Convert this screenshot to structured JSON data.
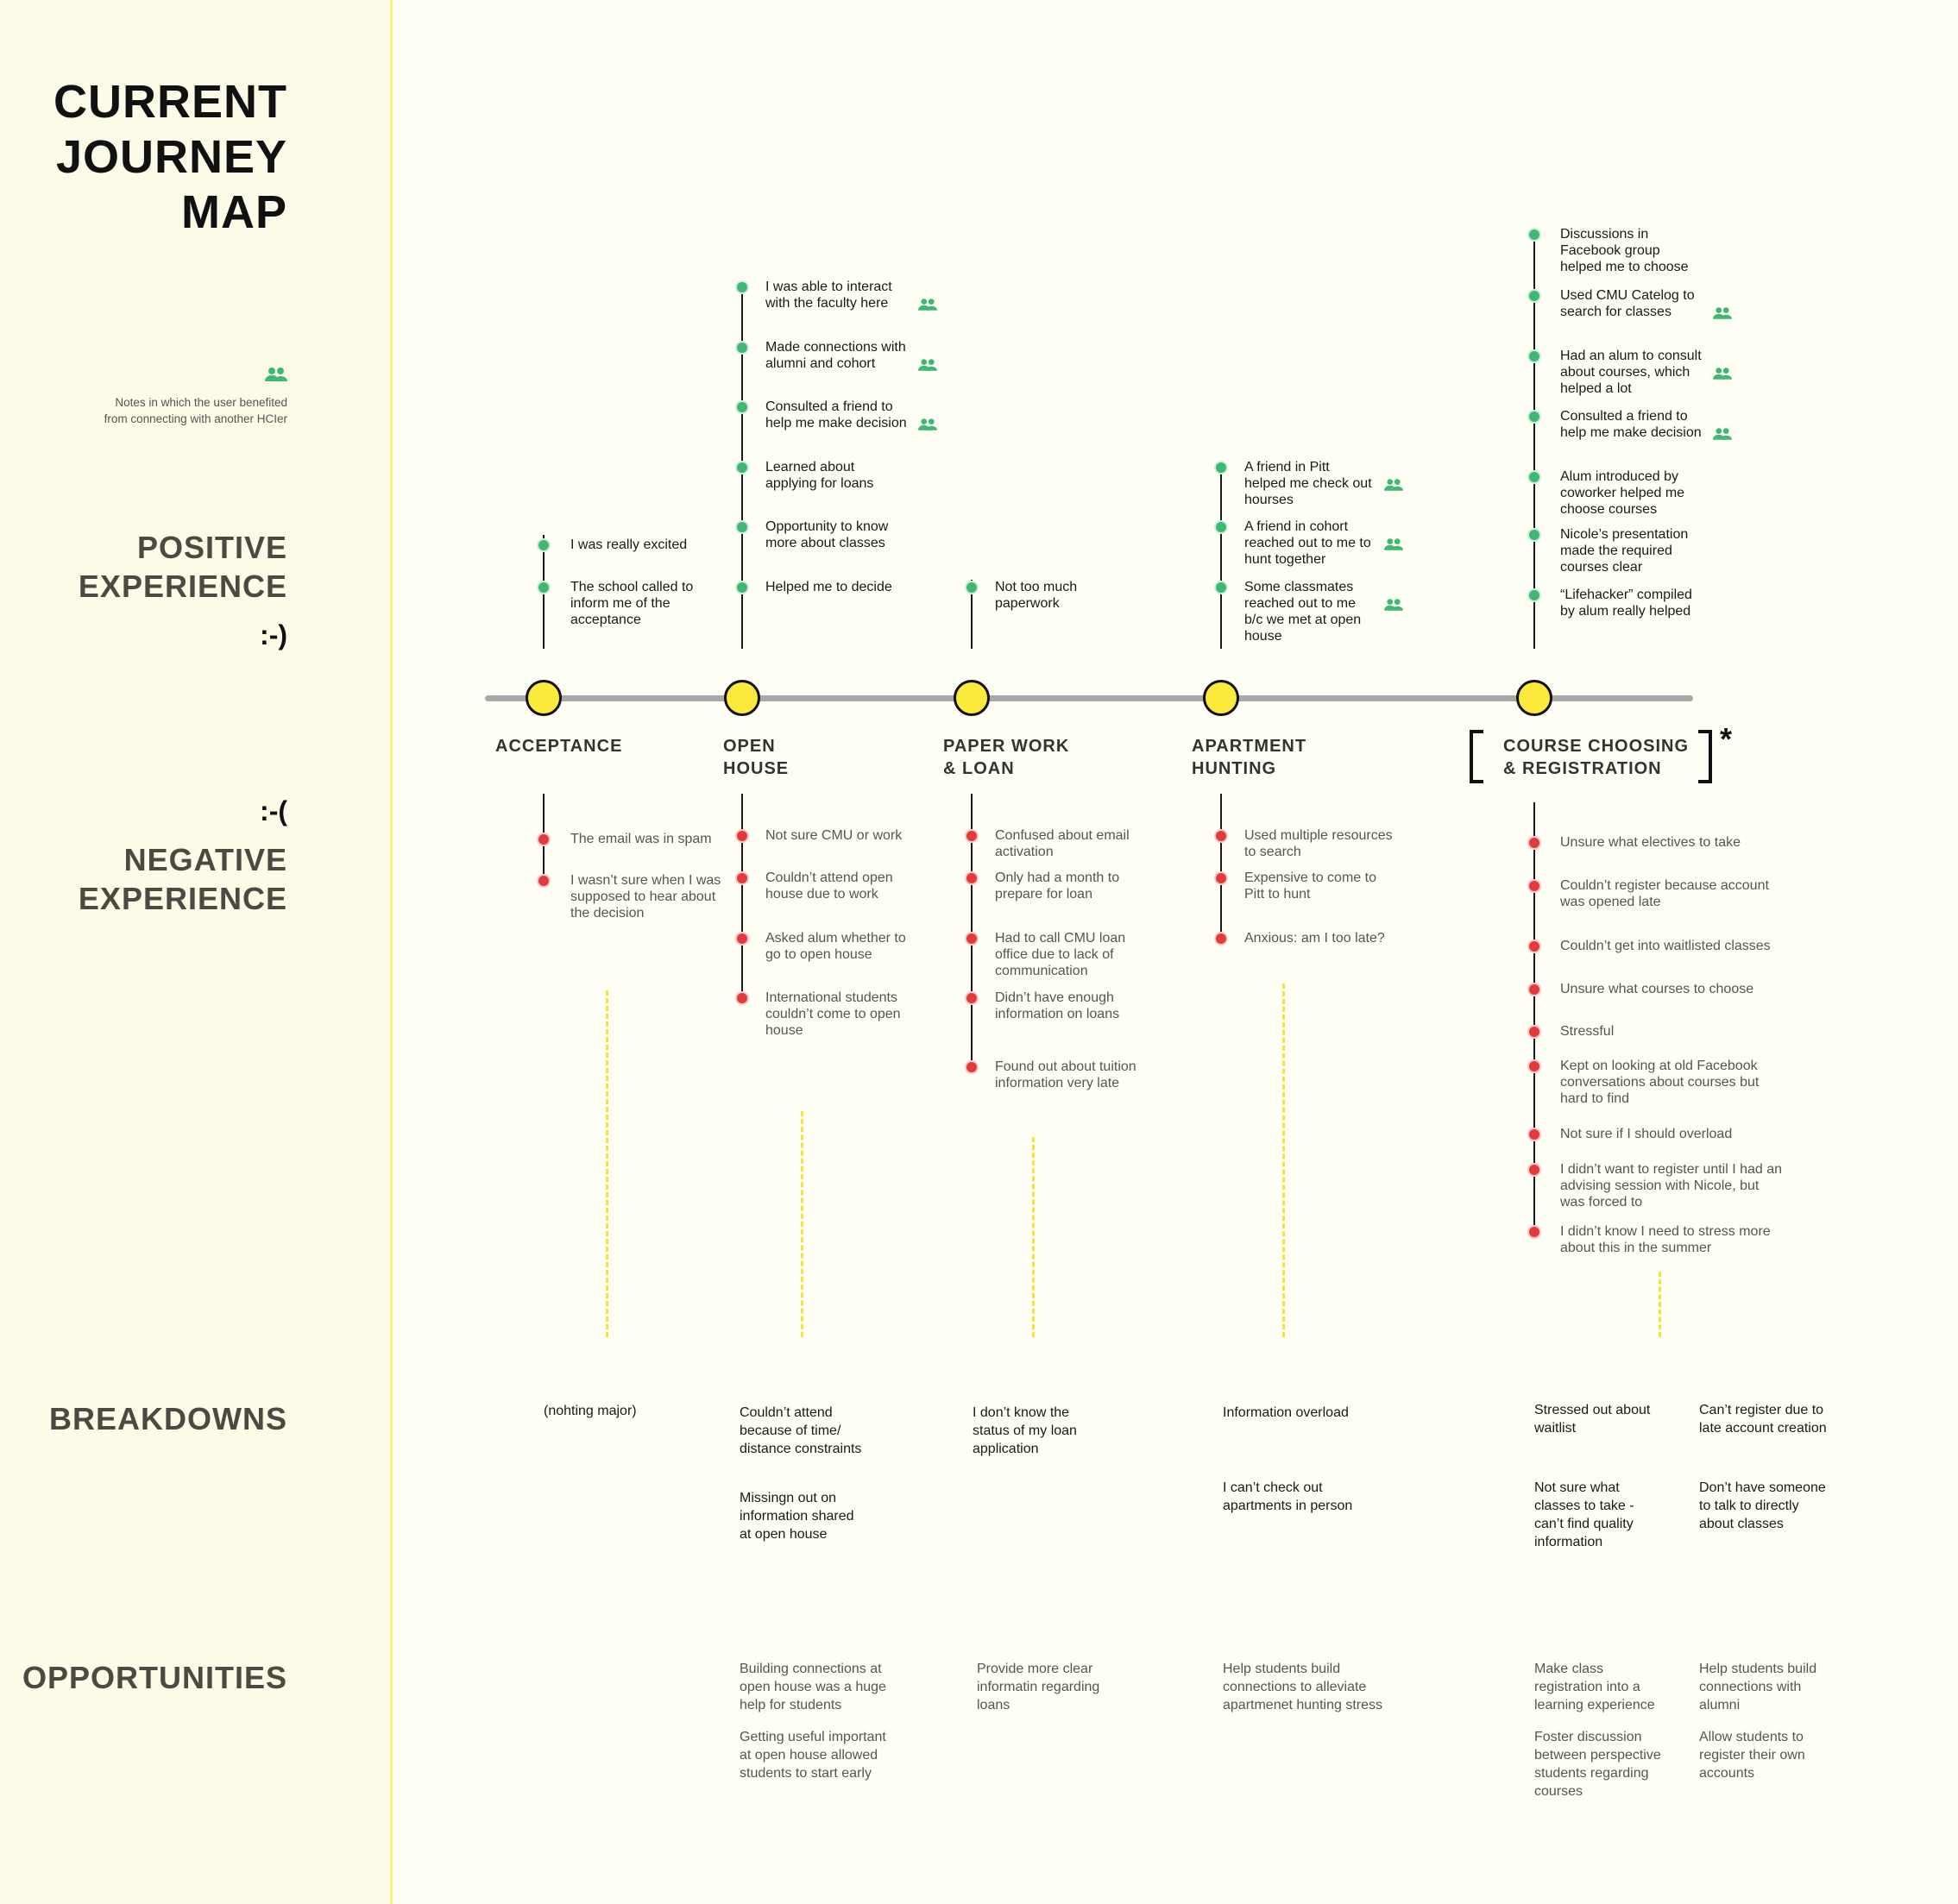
{
  "title": {
    "line1": "CURRENT",
    "line2": "JOURNEY",
    "line3": "MAP"
  },
  "legend": {
    "icon": "people-icon",
    "text": "Notes in which the user benefited from connecting with another HCIer"
  },
  "sections": {
    "positive": {
      "line1": "POSITIVE",
      "line2": "EXPERIENCE",
      "emoticon": ":-)"
    },
    "negative": {
      "emoticon": ":-(",
      "line1": "NEGATIVE",
      "line2": "EXPERIENCE"
    },
    "breakdowns": "BREAKDOWNS",
    "opportunities": "OPPORTUNITIES"
  },
  "colors": {
    "positive": "#3fb872",
    "negative": "#e23b3b",
    "stage": "#fbea3c",
    "timeline": "#a8a8a8",
    "dash": "#f6e23a"
  },
  "stages": [
    {
      "label1": "ACCEPTANCE",
      "label2": "",
      "positive": [
        {
          "text": "I was really excited",
          "connect": false
        },
        {
          "text": "The school called to inform me of the acceptance",
          "connect": false
        }
      ],
      "negative": [
        "The email was in spam",
        "I wasn’t sure when I was supposed to hear about the decision"
      ],
      "breakdowns": [
        "(nohting major)"
      ],
      "opportunities": []
    },
    {
      "label1": "OPEN",
      "label2": "HOUSE",
      "positive": [
        {
          "text": "I was able to interact with the faculty here",
          "connect": true
        },
        {
          "text": "Made connections with alumni and cohort",
          "connect": true
        },
        {
          "text": "Consulted a friend to help me make decision",
          "connect": true
        },
        {
          "text": "Learned about applying for loans",
          "connect": false
        },
        {
          "text": "Opportunity to know more about classes",
          "connect": false
        },
        {
          "text": "Helped me to decide",
          "connect": false
        }
      ],
      "negative": [
        "Not sure CMU or work",
        "Couldn’t attend open house due to work",
        "Asked alum whether to go to open house",
        "International students couldn’t come to open house"
      ],
      "breakdowns": [
        "Couldn’t attend because of time/ distance constraints",
        "Missingn out on information shared at open house"
      ],
      "opportunities": [
        "Building connections at open house was a huge help for students",
        "Getting useful important at open house allowed students to start early"
      ]
    },
    {
      "label1": "PAPER WORK",
      "label2": "& LOAN",
      "positive": [
        {
          "text": "Not too much paperwork",
          "connect": false
        }
      ],
      "negative": [
        "Confused about email activation",
        "Only had a month to prepare for loan",
        "Had to call CMU loan office due to lack of communication",
        "Didn’t have enough information on loans",
        "Found out about tuition information very late"
      ],
      "breakdowns": [
        "I don’t know the status of my loan application"
      ],
      "opportunities": [
        "Provide more clear informatin regarding loans"
      ]
    },
    {
      "label1": "APARTMENT",
      "label2": "HUNTING",
      "positive": [
        {
          "text": "A friend in Pitt helped me check out hourses",
          "connect": true
        },
        {
          "text": "A friend in cohort reached out to me to hunt together",
          "connect": true
        },
        {
          "text": "Some classmates reached out to me b/c we met at open house",
          "connect": true
        }
      ],
      "negative": [
        "Used multiple resources to search",
        "Expensive to come to Pitt to hunt",
        "Anxious: am I too late?"
      ],
      "breakdowns": [
        "Information overload",
        "I can’t check out apartments in person"
      ],
      "opportunities": [
        "Help students build connections to alleviate apartmenet hunting stress"
      ]
    },
    {
      "label1": "COURSE CHOOSING",
      "label2": "& REGISTRATION",
      "asterisk": "*",
      "positive": [
        {
          "text": "Discussions in Facebook group helped me to choose",
          "connect": false
        },
        {
          "text": "Used CMU Catelog to search for classes",
          "connect": true
        },
        {
          "text": "Had an alum to consult about courses, which helped a lot",
          "connect": true
        },
        {
          "text": "Consulted a friend to help me make decision",
          "connect": true
        },
        {
          "text": "Alum introduced by coworker helped me choose courses",
          "connect": false
        },
        {
          "text": "Nicole’s presentation made the required courses clear",
          "connect": false
        },
        {
          "text": "“Lifehacker” compiled by alum really helped",
          "connect": false
        }
      ],
      "negative": [
        "Unsure what electives to take",
        "Couldn’t register because account was opened late",
        "Couldn’t get into waitlisted classes",
        "Unsure what courses to choose",
        "Stressful",
        "Kept on looking at old Facebook conversations about courses but hard to find",
        "Not sure if I should overload",
        "I didn’t want to register until I had an advising session with Nicole, but was forced to",
        "I didn’t know I need to stress more about this in the summer"
      ],
      "breakdowns": [
        "Stressed out about waitlist",
        "Can’t register due to late account creation",
        "Not sure what classes to take - can’t find quality information",
        "Don’t have someone to talk to directly about classes"
      ],
      "opportunities": [
        "Make class registration into a learning experience",
        "Help students build connections with alumni",
        "Foster discussion between perspective students regarding courses",
        "Allow students to register their own accounts"
      ]
    }
  ]
}
